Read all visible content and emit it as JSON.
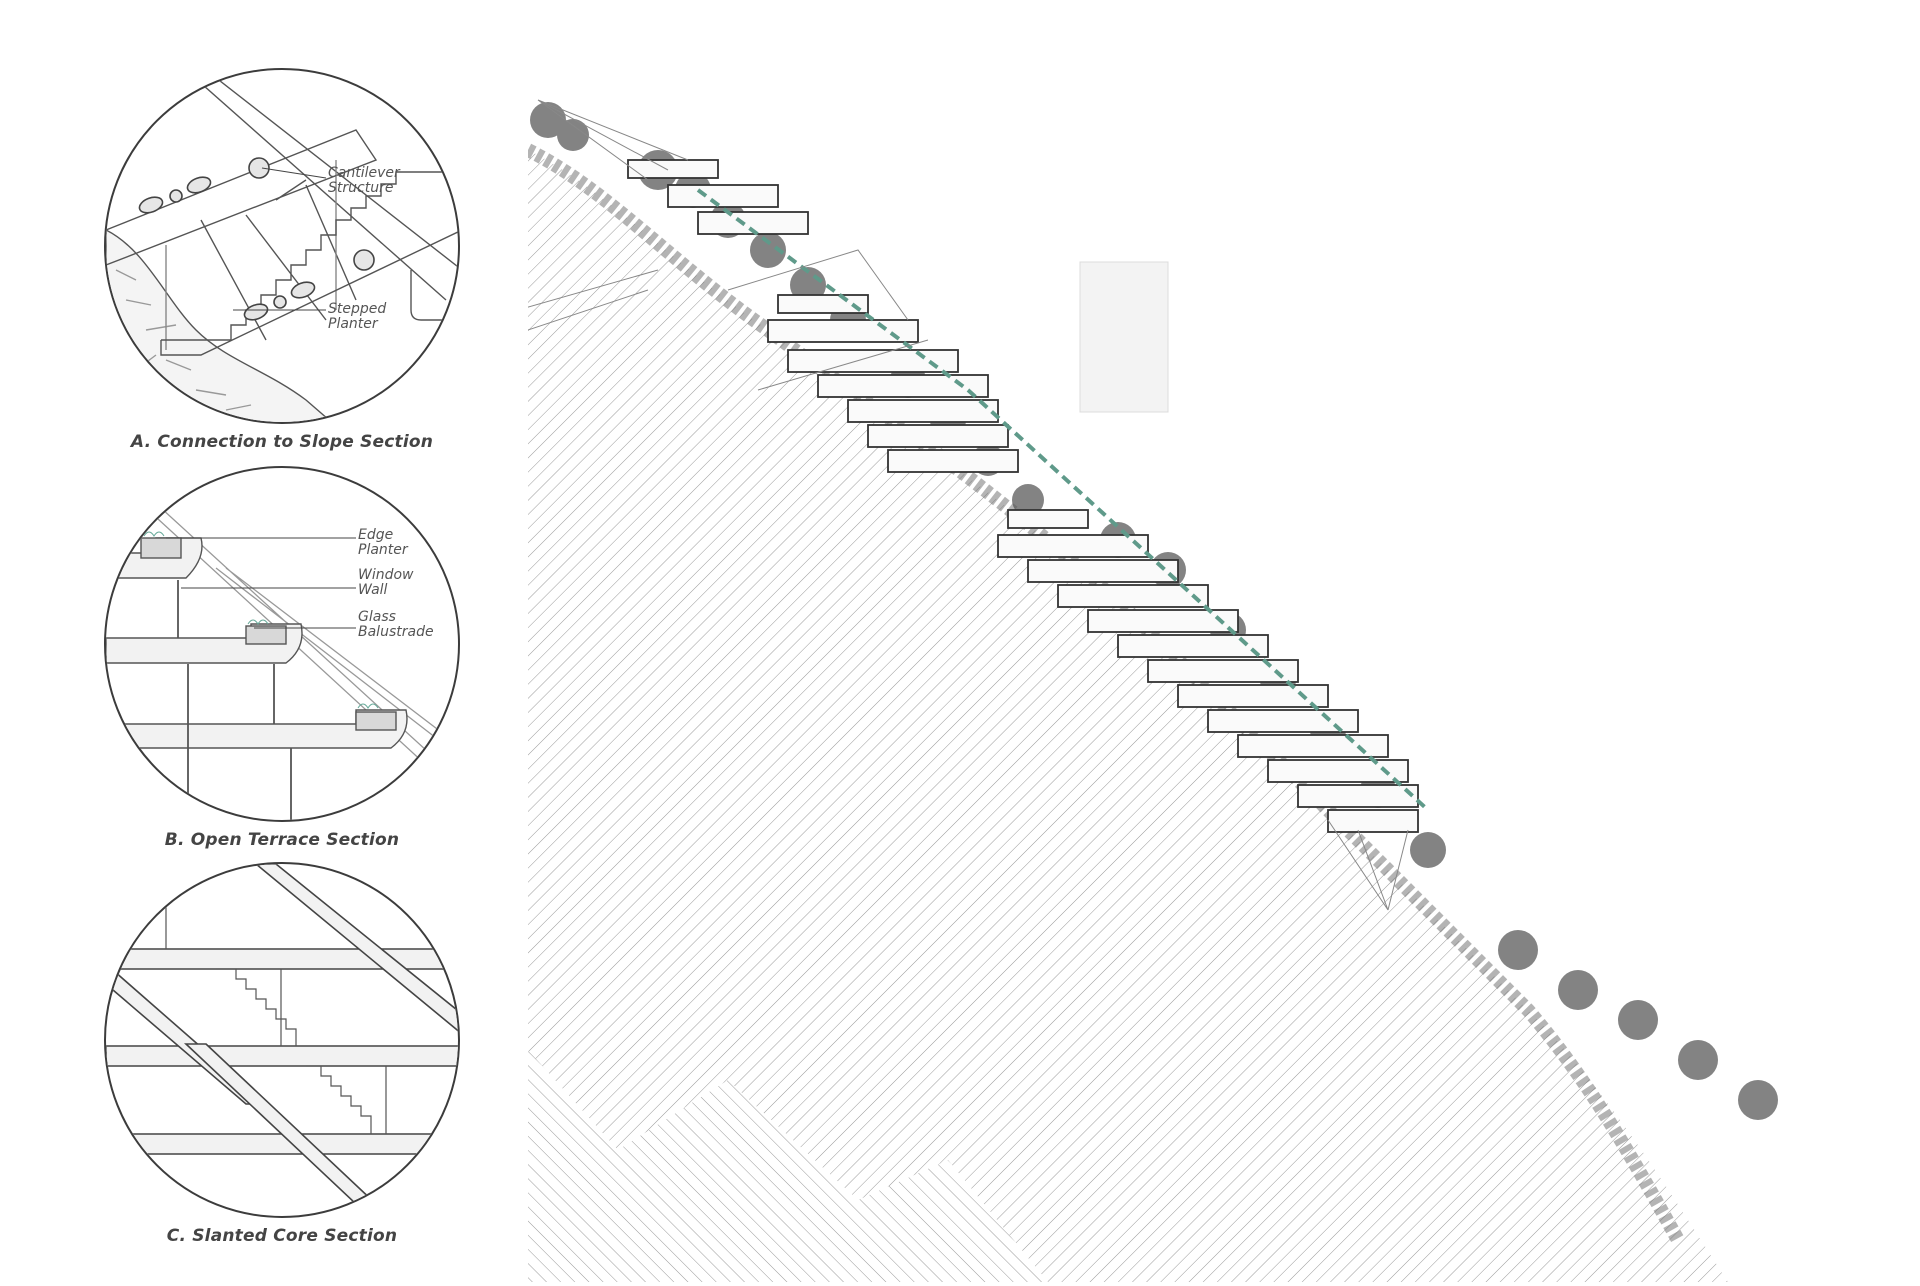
{
  "figure": {
    "type": "architectural-section-drawing",
    "main_section": {
      "description": "Long section of terraced residential building cantilevered over a wooded hillside",
      "elements": [
        "hillside-hatching",
        "tree-line",
        "stone-retaining",
        "terraced-floors",
        "background-tower",
        "cantilever-truss"
      ]
    },
    "details": [
      {
        "id": "A",
        "caption": "A. Connection to Slope Section",
        "callouts": [
          {
            "line1": "Cantilever",
            "line2": "Structure"
          },
          {
            "line1": "Stepped",
            "line2": "Planter"
          }
        ]
      },
      {
        "id": "B",
        "caption": "B. Open Terrace Section",
        "callouts": [
          {
            "line1": "Edge",
            "line2": "Planter"
          },
          {
            "line1": "Window",
            "line2": "Wall"
          },
          {
            "line1": "Glass",
            "line2": "Balustrade"
          }
        ]
      },
      {
        "id": "C",
        "caption": "C. Slanted Core Section",
        "callouts": []
      }
    ],
    "colors": {
      "line": "#3c3c3c",
      "hatch": "#9a9a9a",
      "planting": "#5f9a8a",
      "caption": "#444444",
      "callout": "#555555"
    }
  }
}
